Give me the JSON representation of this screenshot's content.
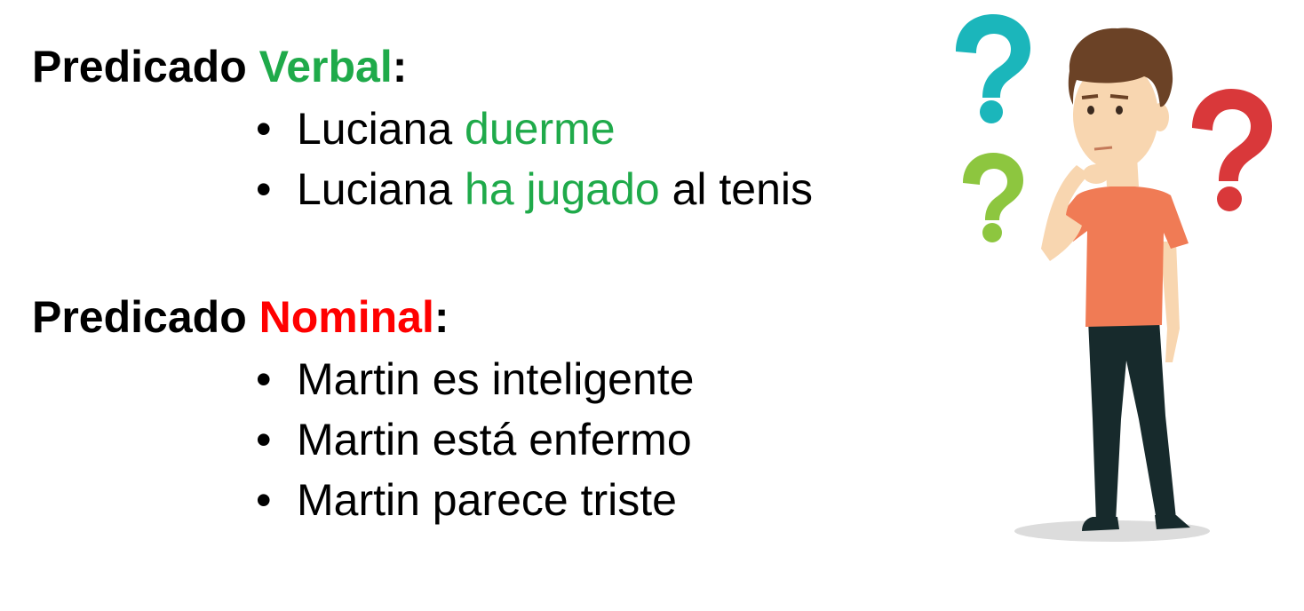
{
  "colors": {
    "verb_green": "#1faa4a",
    "nominal_red": "#ff0000",
    "question_teal": "#1bb6bb",
    "question_lime": "#8dc63f",
    "question_red": "#d9383a",
    "shirt": "#f07b55",
    "pants": "#172a2c",
    "hair": "#6b4226",
    "skin": "#f8d6b0"
  },
  "icons": [
    "question-mark-teal",
    "question-mark-lime",
    "question-mark-red",
    "thinking-man"
  ],
  "verbal": {
    "title_prefix": "Predicado ",
    "title_highlight": "Verbal",
    "title_suffix": ":",
    "items": [
      {
        "bullet": "•",
        "before": "Luciana ",
        "highlight": "duerme",
        "after": ""
      },
      {
        "bullet": "•",
        "before": "Luciana ",
        "highlight": "ha jugado",
        "after": " al tenis"
      }
    ]
  },
  "nominal": {
    "title_prefix": "Predicado ",
    "title_highlight": "Nominal",
    "title_suffix": ":",
    "items": [
      {
        "bullet": "•",
        "text": "Martin es inteligente"
      },
      {
        "bullet": "•",
        "text": "Martin está enfermo"
      },
      {
        "bullet": "•",
        "text": "Martin parece triste"
      }
    ]
  }
}
